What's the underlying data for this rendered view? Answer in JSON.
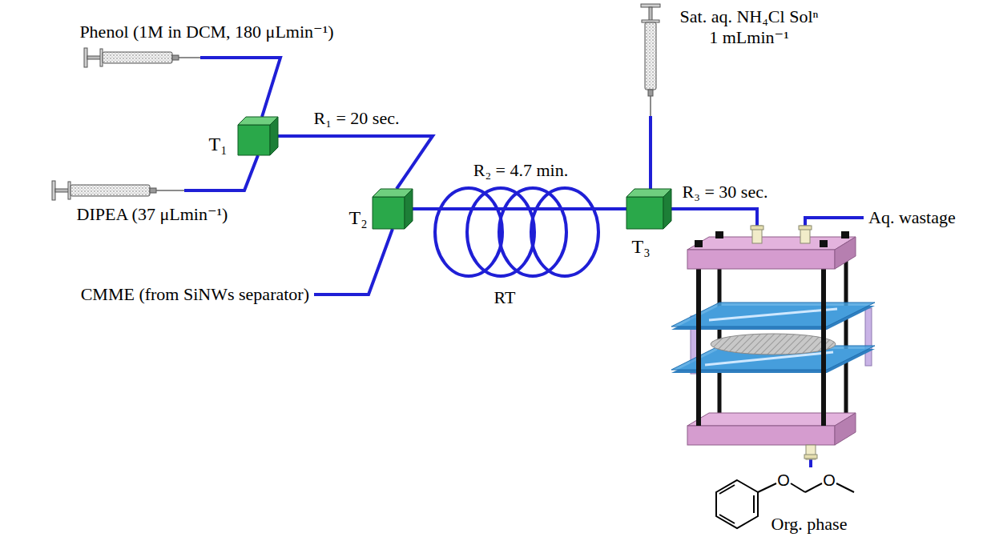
{
  "diagram": {
    "nodes": [
      {
        "text": [
          "Phenol (1M in DCM, 180 μLmin⁻¹)"
        ]
      },
      {
        "text": [
          "DIPEA (37 μLmin⁻¹)"
        ]
      },
      {
        "text": [
          "T₁"
        ]
      },
      {
        "text": [
          "T₂"
        ]
      },
      {
        "text": [
          "Sat. aq. NH₄Cl Solⁿ 1 mLmin⁻¹"
        ]
      },
      {
        "text": [
          "T₃"
        ]
      }
    ],
    "edges": [
      {
        "from": 0,
        "to": 2,
        "arrow": "none"
      },
      {
        "from": 1,
        "to": 2,
        "arrow": "none"
      },
      {
        "from": 2,
        "to": 3,
        "label": "R₁ = 20 sec.",
        "arrow": "none"
      },
      {
        "from": 3,
        "to": 5,
        "label": "R₂ = 4.7 min.",
        "arrow": "none"
      },
      {
        "from": 4,
        "to": 5,
        "arrow": "none"
      }
    ],
    "labels": [
      "CMME (from SiNWs separator)",
      "RT",
      "R₃ = 30 sec.",
      "Aq. wastage",
      "O",
      "O",
      "Org. phase"
    ]
  }
}
